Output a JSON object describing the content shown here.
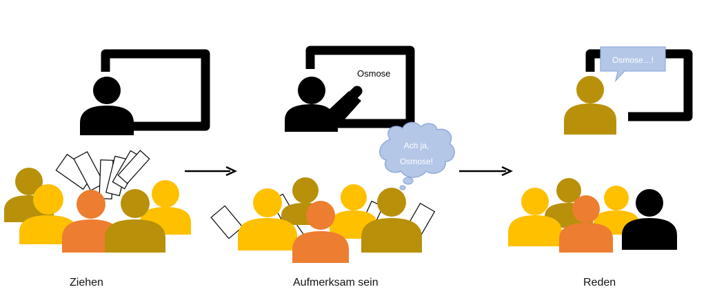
{
  "stages": [
    {
      "caption": "Ziehen"
    },
    {
      "caption": "Aufmerksam sein",
      "board_text": "Osmose",
      "thought_lines": [
        "Ach ja,",
        "Osmose!"
      ]
    },
    {
      "caption": "Reden",
      "speech_text": "Osmose…!"
    }
  ],
  "colors": {
    "black": "#000000",
    "ochre": "#B8900A",
    "gold": "#FFC000",
    "orange": "#ED7D31",
    "bubble_fill": "#B4C7E7",
    "bubble_stroke": "#8FAADC",
    "bubble_text": "#FFFFFF"
  }
}
